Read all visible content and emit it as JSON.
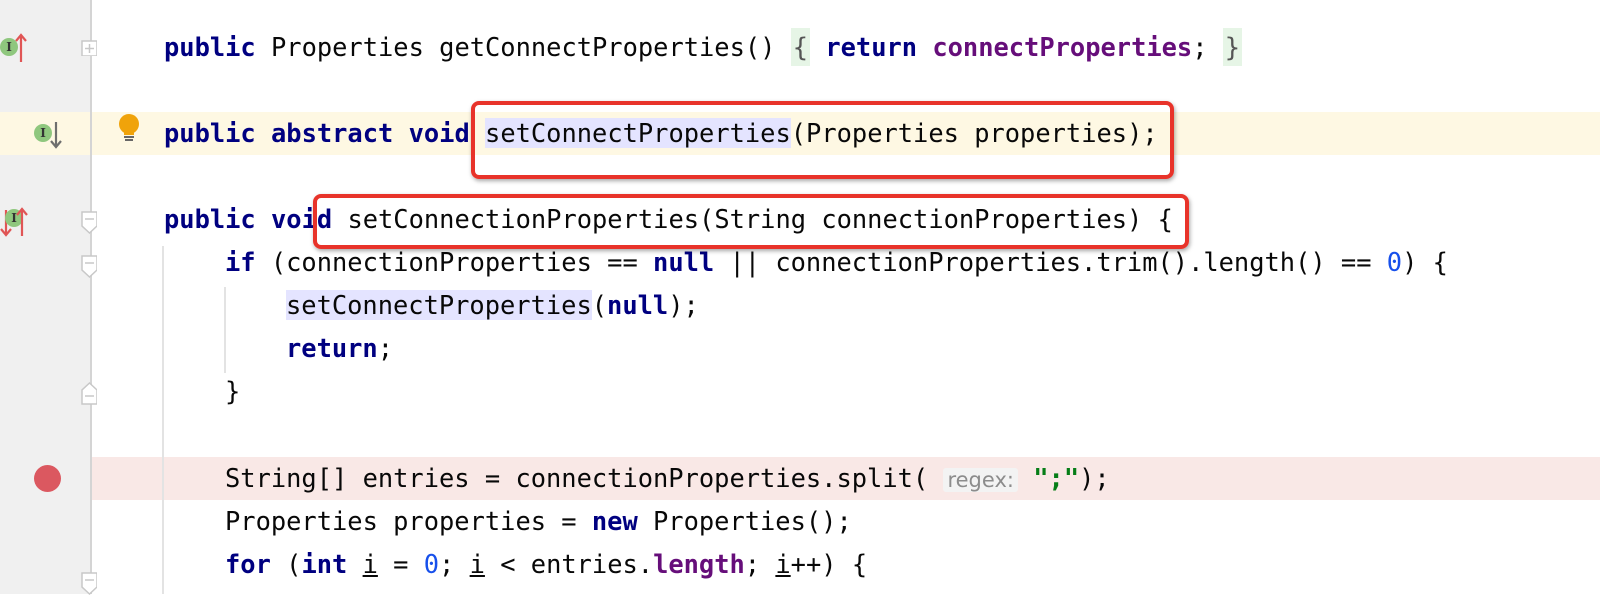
{
  "editor": {
    "language": "Java",
    "colors": {
      "keyword": "#000080",
      "field": "#660e7a",
      "number": "#1750eb",
      "string": "#067d17",
      "caret_row": "#fef8e3",
      "breakpoint_row": "#f9e8e6",
      "usage_highlight": "#e4e4ff",
      "annotation_box": "#e8332a",
      "breakpoint": "#db5860"
    },
    "lines": [
      {
        "index": 0,
        "tokens": {
          "kw_public": "public",
          "type": " Properties ",
          "name": "getConnectProperties",
          "parens": "() ",
          "open_brace": "{",
          "kw_return": " return ",
          "field": "connectProperties",
          "semi": "; ",
          "close_brace": "}"
        },
        "gutter_icon": "implements-overrides-up-icon",
        "fold": "expand"
      },
      {
        "index": 2,
        "tokens": {
          "kw": "public abstract void",
          "space": " ",
          "name": "setConnectProperties",
          "rest": "(Properties properties);"
        },
        "gutter_icon": "implemented-down-icon",
        "intention": "lightbulb-icon",
        "caret_row": true
      },
      {
        "index": 4,
        "tokens": {
          "kw": "public void",
          "rest": " setConnectionProperties(String connectionProperties) {"
        },
        "gutter_icon": "override-implement-both-icon",
        "fold": "collapse"
      },
      {
        "index": 5,
        "tokens": {
          "kw_if": "if",
          "a": " (connectionProperties == ",
          "kw_null": "null",
          "b": " || connectionProperties.trim().length() == ",
          "num": "0",
          "c": ") {"
        },
        "fold": "collapse"
      },
      {
        "index": 6,
        "tokens": {
          "name": "setConnectProperties",
          "open": "(",
          "kw_null": "null",
          "close": ");"
        }
      },
      {
        "index": 7,
        "tokens": {
          "kw_return": "return",
          "semi": ";"
        }
      },
      {
        "index": 8,
        "tokens": {
          "brace": "}"
        },
        "fold": "end"
      },
      {
        "index": 10,
        "tokens": {
          "a": "String[] entries = connectionProperties.split( ",
          "hint": "regex:",
          "sp": " ",
          "str": "\";\"",
          "b": ");"
        },
        "breakpoint": true
      },
      {
        "index": 11,
        "tokens": {
          "a": "Properties properties = ",
          "kw_new": "new",
          "b": " Properties();"
        }
      },
      {
        "index": 12,
        "tokens": {
          "kw_for": "for",
          "a": " (",
          "kw_int": "int",
          "sp": " ",
          "i1": "i",
          "b": " = ",
          "num": "0",
          "c": "; ",
          "i2": "i",
          "d": " < entries.",
          "field": "length",
          "e": "; ",
          "i3": "i",
          "f": "++) {"
        },
        "fold": "collapse"
      }
    ]
  },
  "gutter": {
    "impl_icon_letter": "I"
  }
}
